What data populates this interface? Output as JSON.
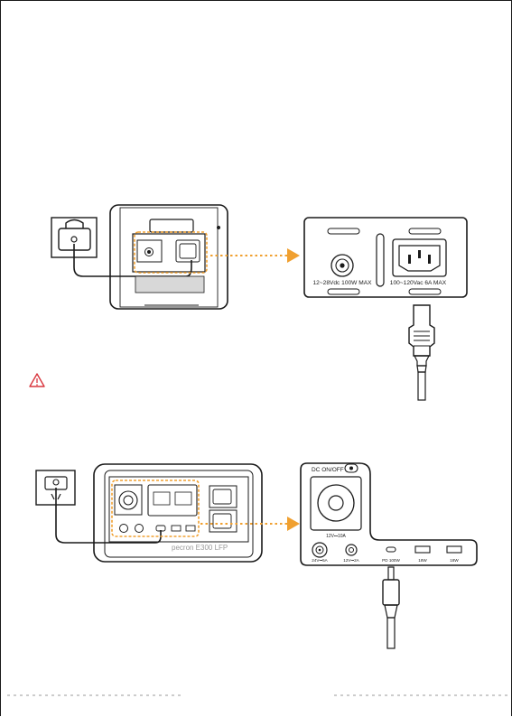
{
  "figure1": {
    "port_panel": {
      "dc_input_label": "12~28Vdc 100W MAX",
      "ac_input_label": "100~120Vac 6A MAX"
    },
    "rear_unit_small_label": "100~120Vac 6A MAX"
  },
  "figure2": {
    "panel_top_label": "DC ON/OFF",
    "car_port_label": "12V⎓10A",
    "ports": [
      {
        "label": "24V⎓5A"
      },
      {
        "label": "12V⎓2A"
      },
      {
        "label": "PD 100W"
      },
      {
        "label": "18W"
      },
      {
        "label": "18W"
      }
    ],
    "brand": "pecron E300 LFP"
  },
  "colors": {
    "line": "#1a1a1a",
    "highlight": "#f0a030",
    "warning": "#d9363e",
    "footer_dash": "#9a9a9a"
  }
}
